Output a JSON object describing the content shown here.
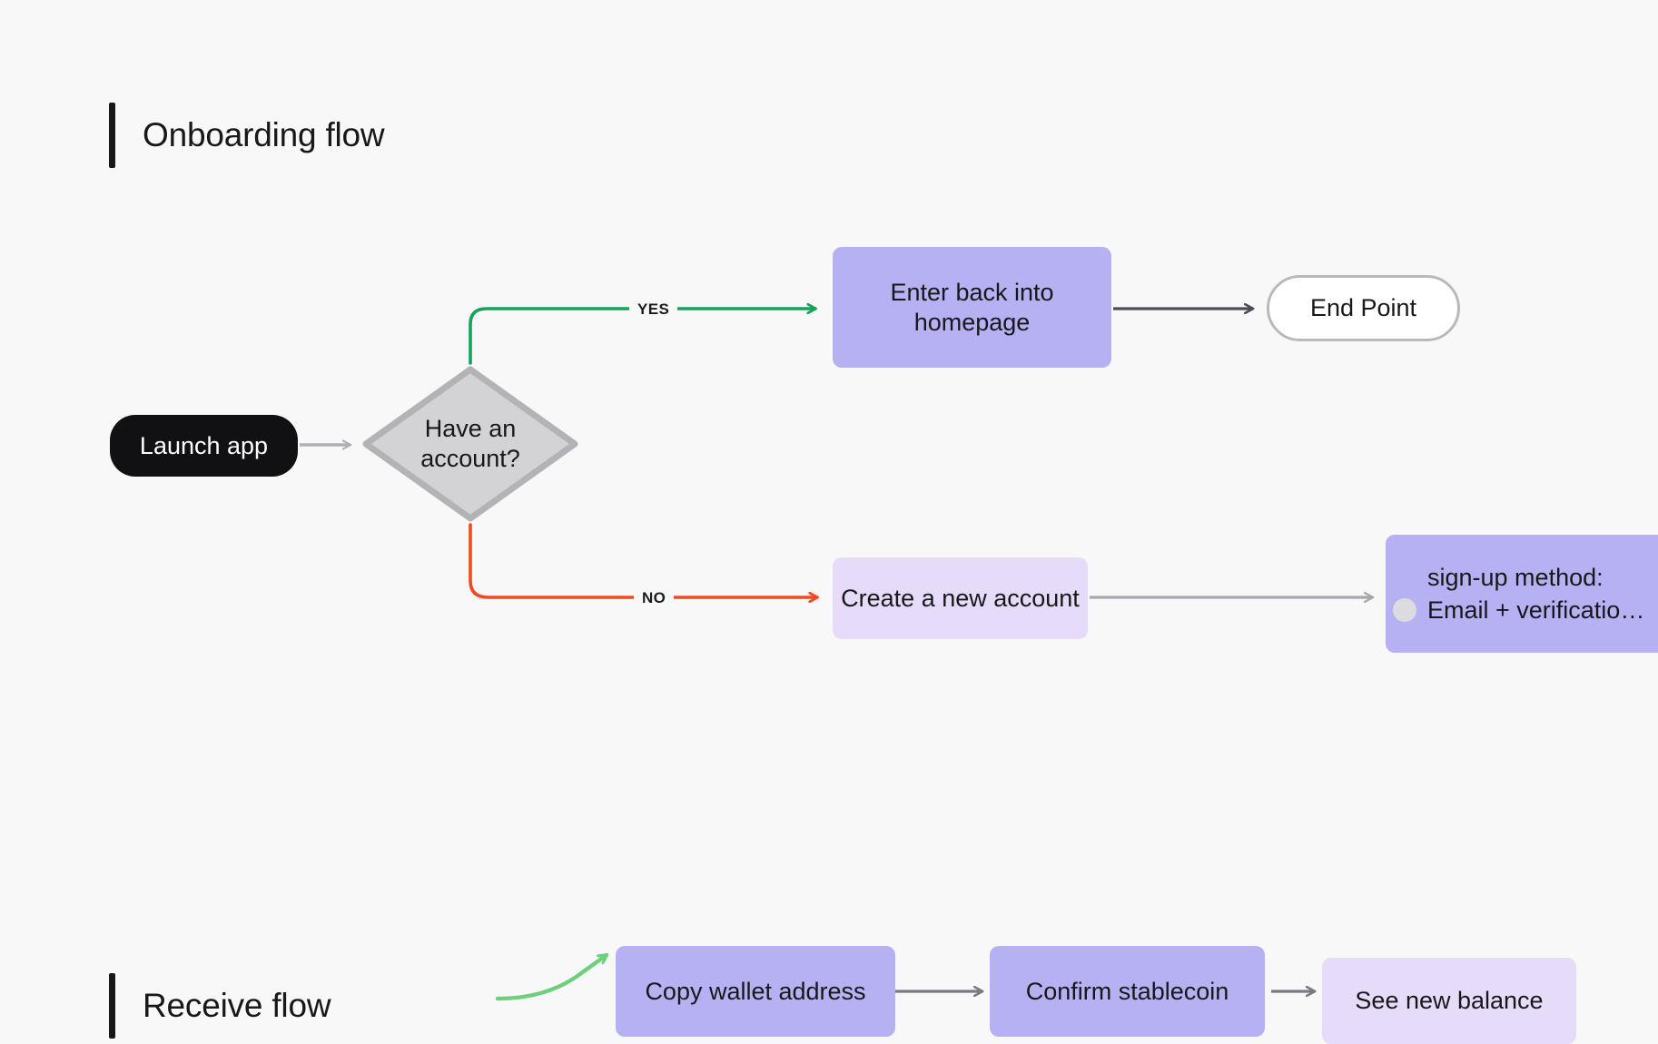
{
  "page": {
    "background": "#f8f8f8"
  },
  "sections": [
    {
      "title": "Onboarding flow"
    },
    {
      "title": "Receive flow"
    }
  ],
  "colors": {
    "accent_bar": "#18181b",
    "node_dark": "#111113",
    "node_purple": "#b6b1f2",
    "node_lavender": "#e6dcfa",
    "node_white": "#ffffff",
    "diamond_fill": "#d3d3d6",
    "diamond_border": "#b3b3b7",
    "edge_yes_green": "#16a45c",
    "edge_no_red": "#ef4a22",
    "edge_gray_light": "#b0b0b4",
    "edge_gray_mid": "#a8a8ac",
    "edge_gray_dark": "#4d4d58",
    "edge_green_light": "#6ed07c"
  },
  "onboarding": {
    "nodes": {
      "launch_app": {
        "label": "Launch app",
        "shape": "pill-dark"
      },
      "decision": {
        "label": "Have an\naccount?",
        "line1": "Have an",
        "line2": "account?",
        "shape": "diamond"
      },
      "enter_homepage": {
        "line1": "Enter back into",
        "line2": "homepage",
        "shape": "rect-purple"
      },
      "end_point": {
        "label": "End Point",
        "shape": "pill-outline"
      },
      "create_account": {
        "label": "Create a new account",
        "shape": "rect-lavender"
      },
      "signup_method": {
        "title": "sign-up method:",
        "option": "Email + verificatio…",
        "shape": "rect-purple"
      }
    },
    "edges": [
      {
        "from": "launch_app",
        "to": "decision",
        "label": "",
        "color": "#b0b0b4"
      },
      {
        "from": "decision",
        "to": "enter_homepage",
        "label": "YES",
        "color": "#16a45c"
      },
      {
        "from": "enter_homepage",
        "to": "end_point",
        "label": "",
        "color": "#4d4d58"
      },
      {
        "from": "decision",
        "to": "create_account",
        "label": "NO",
        "color": "#ef4a22"
      },
      {
        "from": "create_account",
        "to": "signup_method",
        "label": "",
        "color": "#a8a8ac"
      }
    ]
  },
  "receive": {
    "nodes": {
      "copy_wallet": {
        "label": "Copy wallet address",
        "shape": "rect-purple"
      },
      "confirm_stablecoin": {
        "label": "Confirm stablecoin",
        "shape": "rect-purple"
      },
      "see_balance": {
        "label": "See new balance",
        "shape": "rect-lavender"
      }
    },
    "edges": [
      {
        "from": "incoming",
        "to": "copy_wallet",
        "label": "",
        "color": "#6ed07c"
      },
      {
        "from": "copy_wallet",
        "to": "confirm_stablecoin",
        "label": "",
        "color": "#7a7a84"
      },
      {
        "from": "confirm_stablecoin",
        "to": "see_balance",
        "label": "",
        "color": "#7a7a84"
      }
    ]
  }
}
